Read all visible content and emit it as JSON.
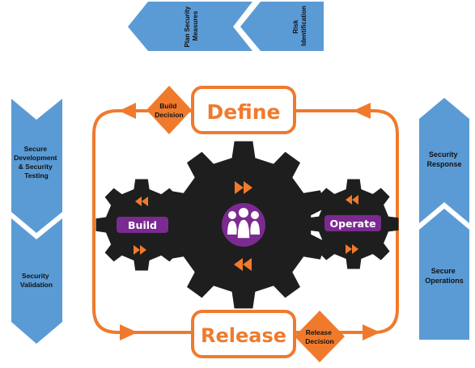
{
  "colors": {
    "arrow_blue": "#5b9bd5",
    "orange": "#f07a2c",
    "gear": "#1e1e1e",
    "purple": "#7b2a90",
    "white": "#ffffff"
  },
  "top_arrows": [
    {
      "lines": [
        "Plan Security",
        "Measures"
      ]
    },
    {
      "lines": [
        "Risk",
        "Identification"
      ]
    }
  ],
  "left_arrows": [
    {
      "lines": [
        "Secure",
        "Development",
        "& Security",
        "Testing"
      ]
    },
    {
      "lines": [
        "Security",
        "Validation"
      ]
    }
  ],
  "right_arrows": [
    {
      "lines": [
        "Security",
        "Response"
      ]
    },
    {
      "lines": [
        "Secure",
        "Operations"
      ]
    }
  ],
  "phases": {
    "define": "Define",
    "release": "Release"
  },
  "decisions": {
    "build": [
      "Build",
      "Decision"
    ],
    "release": [
      "Release",
      "Decision"
    ]
  },
  "gears": {
    "left": "Build",
    "right": "Operate",
    "center_icon": "people-group-icon"
  }
}
